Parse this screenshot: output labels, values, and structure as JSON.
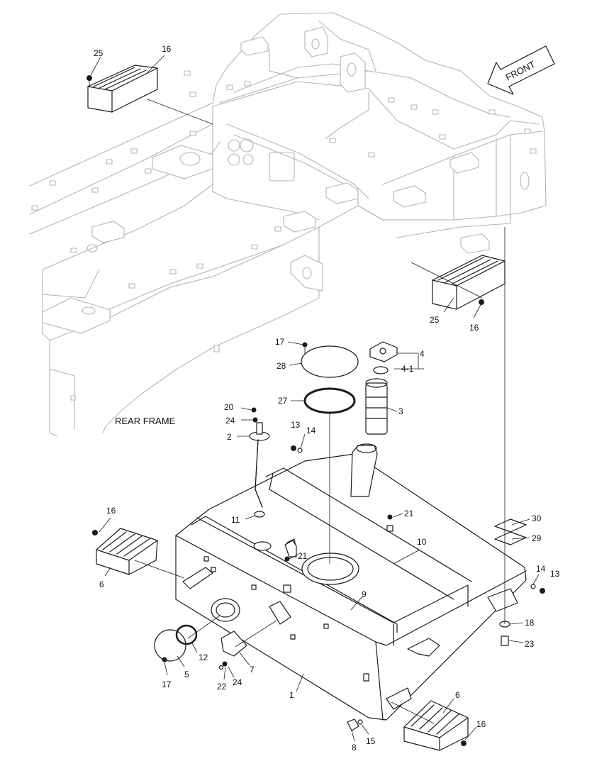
{
  "diagram": {
    "frame_label": "REAR FRAME",
    "direction_label": "FRONT",
    "callouts": {
      "c25a": "25",
      "c16a": "16",
      "c25b": "25",
      "c16b": "16",
      "c17a": "17",
      "c28": "28",
      "c4": "4",
      "c4_1": "4-1",
      "c27": "27",
      "c3": "3",
      "c20": "20",
      "c24a": "24",
      "c2": "2",
      "c13a": "13",
      "c14a": "14",
      "c11": "11",
      "c21a": "21",
      "c21b": "21",
      "c10": "10",
      "c9": "9",
      "c30": "30",
      "c29": "29",
      "c16c": "16",
      "c6a": "6",
      "c14b": "14",
      "c13b": "13",
      "c18": "18",
      "c23": "23",
      "c12": "12",
      "c5": "5",
      "c17b": "17",
      "c22": "22",
      "c24b": "24",
      "c7": "7",
      "c1": "1",
      "c6b": "6",
      "c16d": "16",
      "c8": "8",
      "c15": "15"
    }
  }
}
